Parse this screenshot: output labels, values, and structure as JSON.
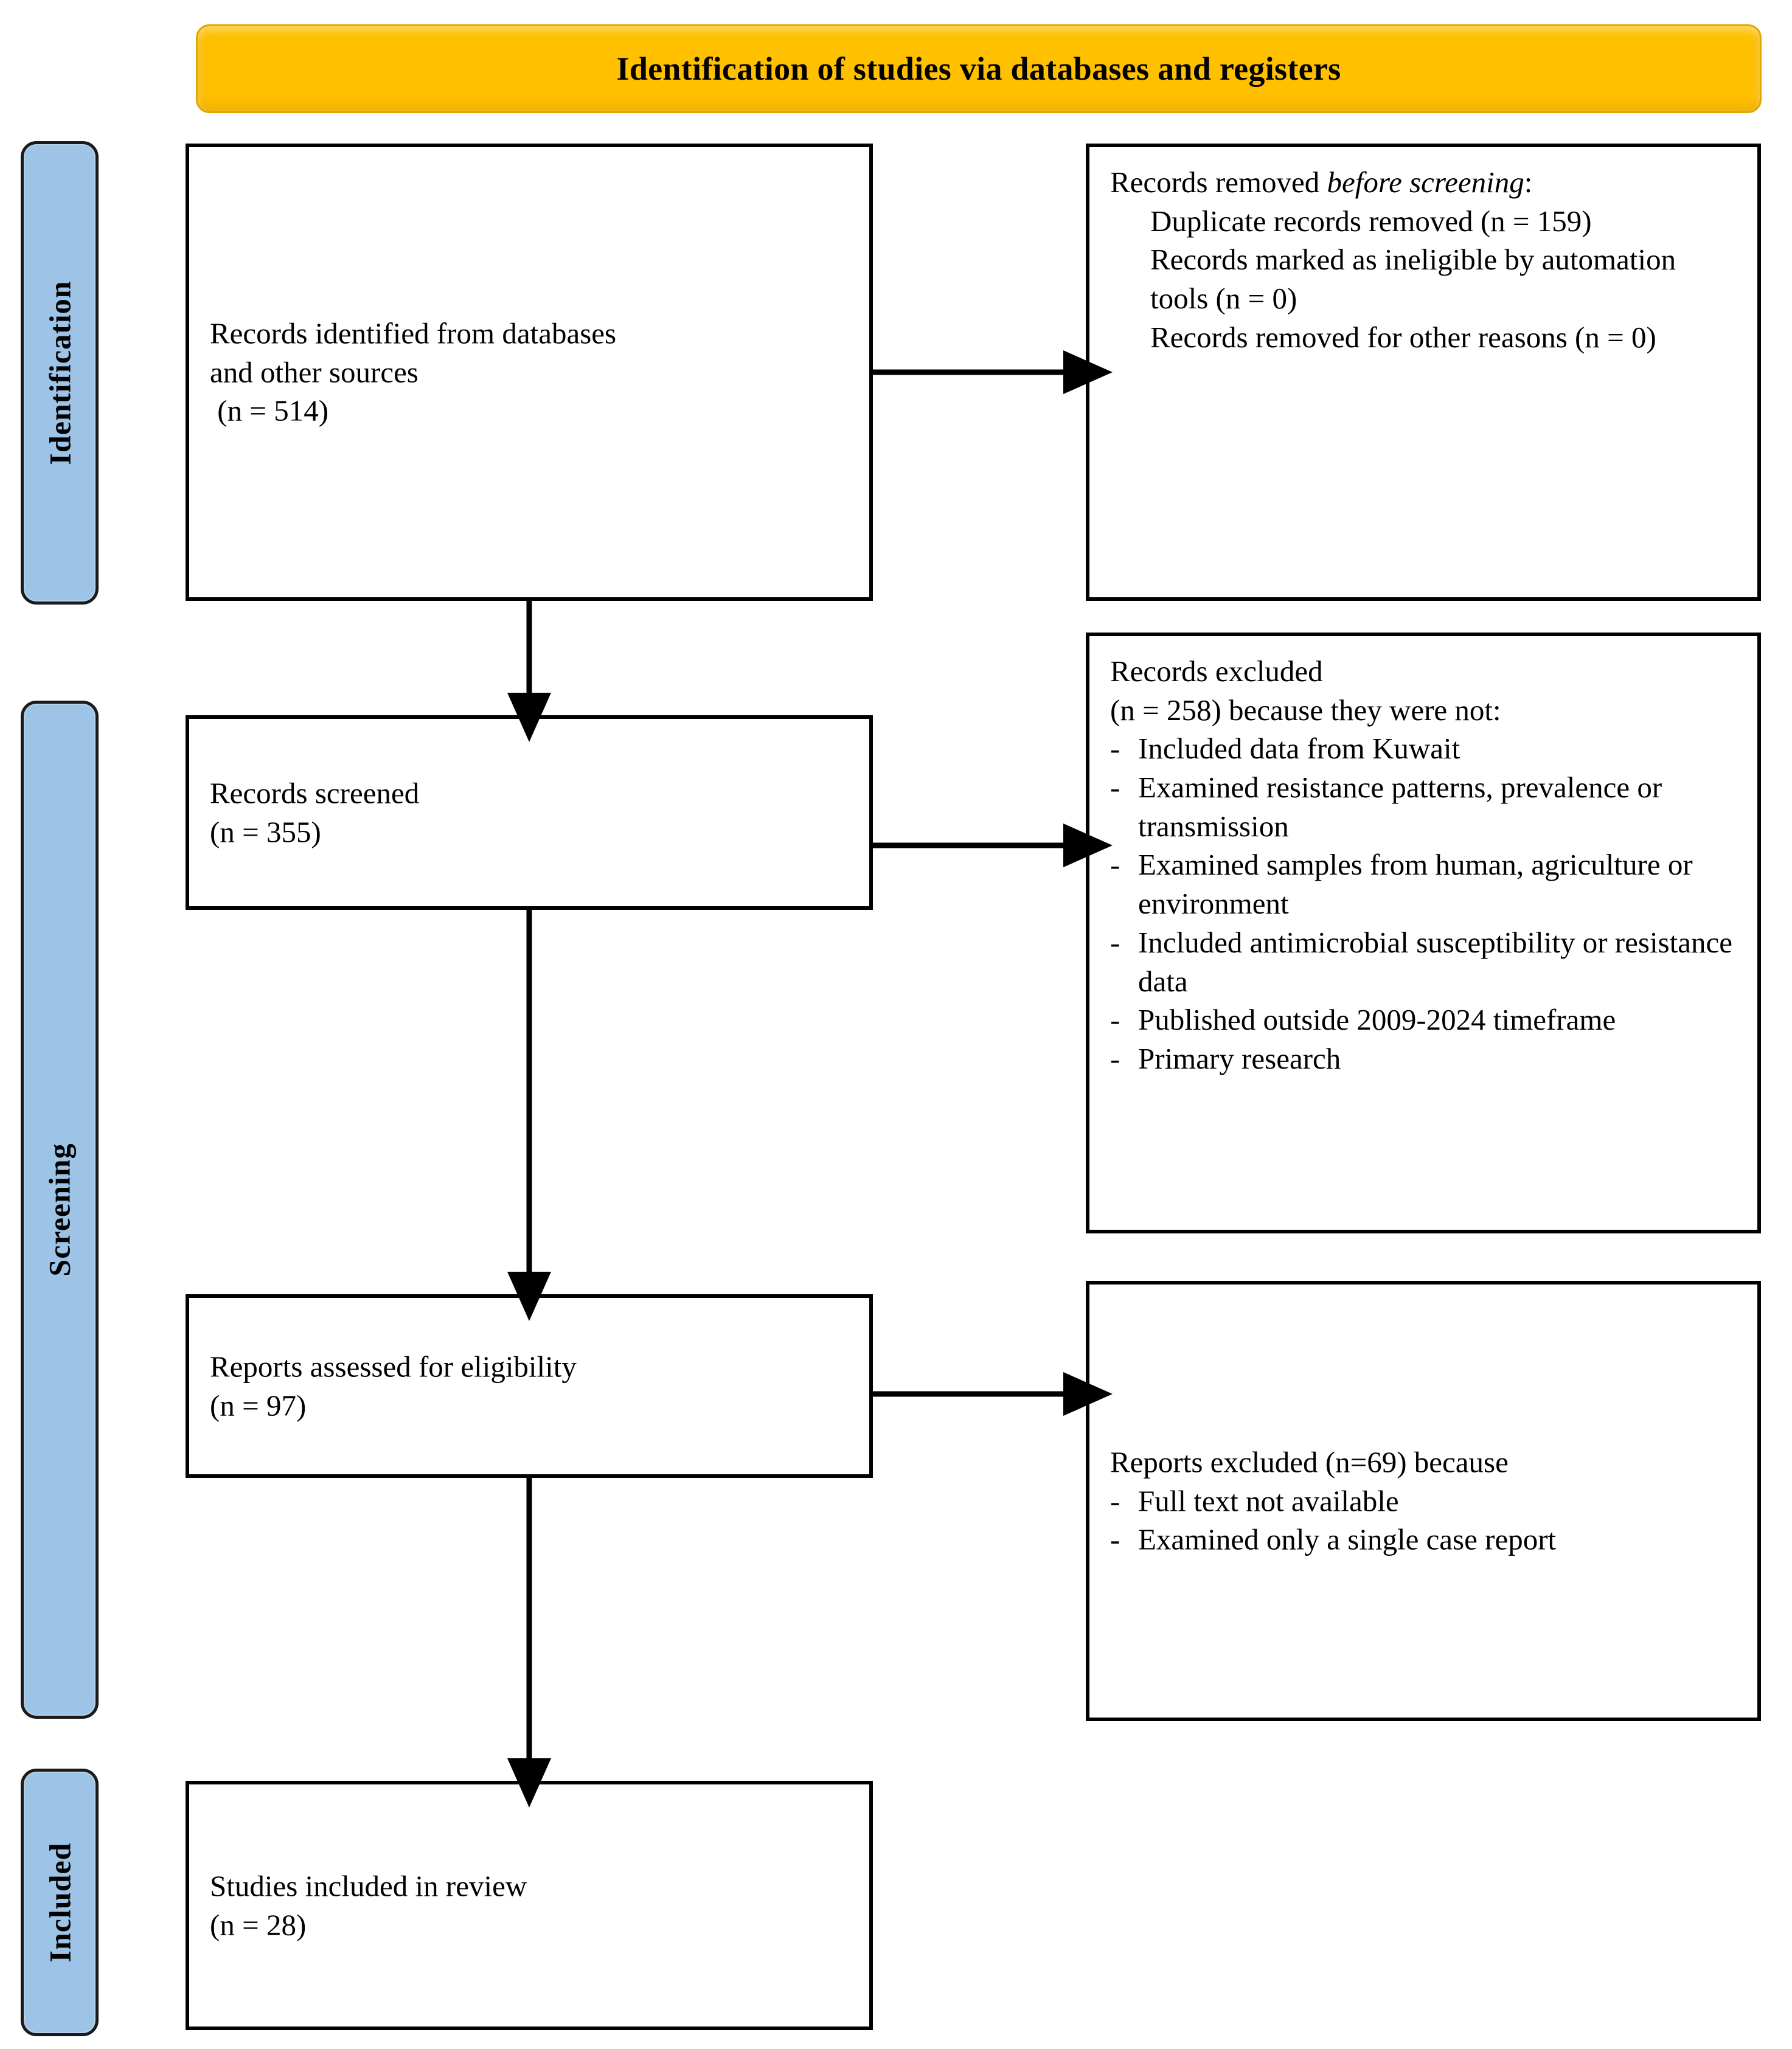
{
  "header": {
    "title": "Identification of studies via databases and registers",
    "bg_color": "#FFC000"
  },
  "stages": [
    {
      "id": "identification",
      "label": "Identification",
      "bg_color": "#9DC3E6"
    },
    {
      "id": "screening",
      "label": "Screening",
      "bg_color": "#9DC3E6"
    },
    {
      "id": "included",
      "label": "Included",
      "bg_color": "#9DC3E6"
    }
  ],
  "boxes": {
    "identified": {
      "line1": "Records identified from databases",
      "line2": "and other sources",
      "line3": " (n = 514)"
    },
    "removed": {
      "heading_plain": "Records removed ",
      "heading_italic": "before screening",
      "heading_colon": ":",
      "items": [
        "Duplicate records removed (n = 159)",
        "Records marked as ineligible by automation tools (n = 0)",
        "Records removed for other reasons (n = 0)"
      ]
    },
    "screened": {
      "line1": "Records screened",
      "line2": "(n = 355)"
    },
    "records_excluded": {
      "line1": "Records excluded",
      "line2": "(n = 258) because they were not:",
      "bullets": [
        "Included data from Kuwait",
        "Examined resistance patterns, prevalence or transmission",
        " Examined samples from human, agriculture or environment",
        "Included antimicrobial susceptibility or resistance data",
        "Published outside 2009-2024 timeframe",
        "Primary research"
      ],
      "bullet_marker": "-"
    },
    "eligibility": {
      "line1": "Reports assessed for eligibility",
      "line2": "(n = 97)"
    },
    "reports_excluded": {
      "line1": "Reports excluded (n=69) because",
      "bullets": [
        "Full text not available",
        "Examined only a single case report"
      ],
      "bullet_marker": "-"
    },
    "included": {
      "line1": "Studies included in review",
      "line2": "(n = 28)"
    }
  },
  "chart_data": {
    "type": "diagram",
    "diagram_type": "PRISMA flow diagram",
    "title": "Identification of studies via databases and registers",
    "stages": [
      "Identification",
      "Screening",
      "Included"
    ],
    "nodes": [
      {
        "id": "identified",
        "stage": "Identification",
        "label": "Records identified from databases and other sources",
        "n": 514
      },
      {
        "id": "removed",
        "stage": "Identification",
        "label": "Records removed before screening",
        "duplicates_removed": 159,
        "ineligible_by_automation": 0,
        "removed_other_reasons": 0
      },
      {
        "id": "screened",
        "stage": "Screening",
        "label": "Records screened",
        "n": 355
      },
      {
        "id": "records_excluded",
        "stage": "Screening",
        "label": "Records excluded",
        "n": 258
      },
      {
        "id": "eligibility",
        "stage": "Screening",
        "label": "Reports assessed for eligibility",
        "n": 97
      },
      {
        "id": "reports_excluded",
        "stage": "Screening",
        "label": "Reports excluded",
        "n": 69
      },
      {
        "id": "included",
        "stage": "Included",
        "label": "Studies included in review",
        "n": 28
      }
    ],
    "edges": [
      {
        "from": "identified",
        "to": "removed",
        "direction": "right"
      },
      {
        "from": "identified",
        "to": "screened",
        "direction": "down"
      },
      {
        "from": "screened",
        "to": "records_excluded",
        "direction": "right"
      },
      {
        "from": "screened",
        "to": "eligibility",
        "direction": "down"
      },
      {
        "from": "eligibility",
        "to": "reports_excluded",
        "direction": "right"
      },
      {
        "from": "eligibility",
        "to": "included",
        "direction": "down"
      }
    ]
  }
}
